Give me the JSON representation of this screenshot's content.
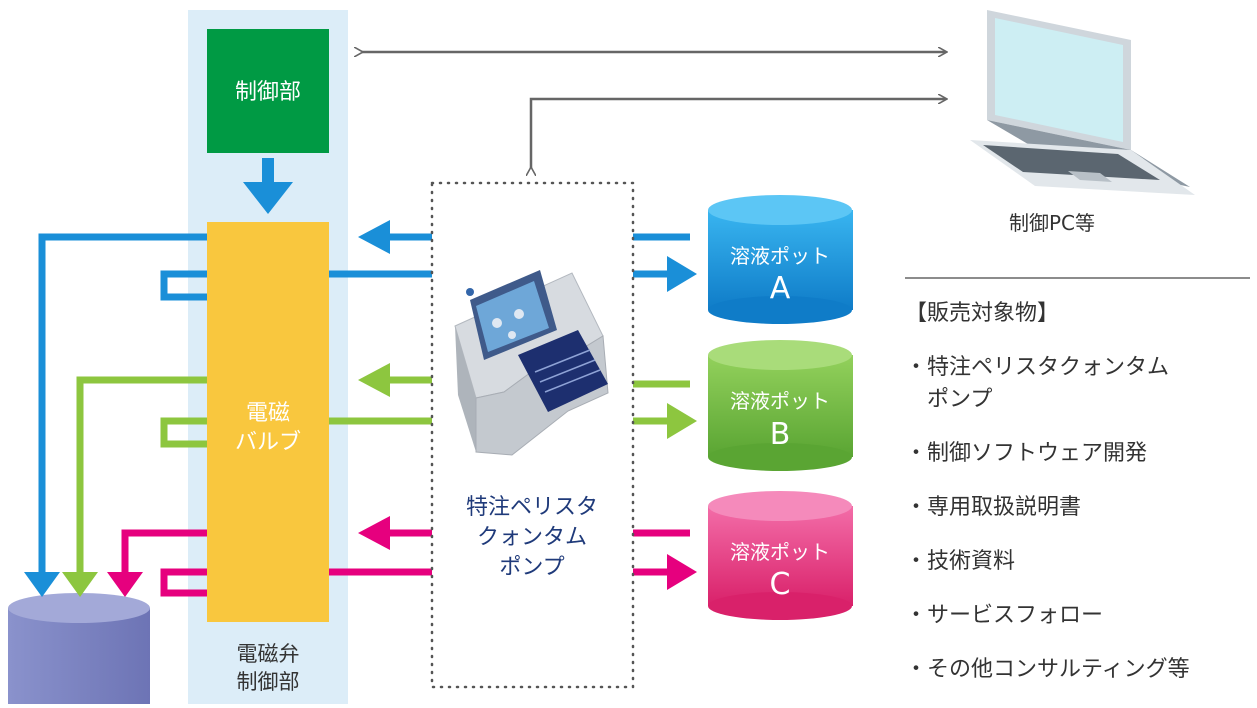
{
  "control_unit": {
    "label": "制御部"
  },
  "solenoid_valve": {
    "label_line1": "電磁",
    "label_line2": "バルブ"
  },
  "valve_controller_panel": {
    "label_line1": "電磁弁",
    "label_line2": "制御部"
  },
  "pump": {
    "label_line1": "特注ペリスタ",
    "label_line2": "クォンタム",
    "label_line3": "ポンプ"
  },
  "pots": [
    {
      "label": "溶液ポット",
      "letter": "A",
      "color": "#1a8fd8"
    },
    {
      "label": "溶液ポット",
      "letter": "B",
      "color": "#7cc242"
    },
    {
      "label": "溶液ポット",
      "letter": "C",
      "color": "#e6307f"
    }
  ],
  "pc": {
    "label": "制御PC等",
    "icon": "laptop-icon"
  },
  "sales": {
    "heading": "【販売対象物】",
    "items": [
      {
        "bullet": "・",
        "text_line1": "特注ペリスタクォンタム",
        "text_line2": "ポンプ"
      },
      {
        "bullet": "・",
        "text_line1": "制御ソフトウェア開発",
        "text_line2": ""
      },
      {
        "bullet": "・",
        "text_line1": "専用取扱説明書",
        "text_line2": ""
      },
      {
        "bullet": "・",
        "text_line1": "技術資料",
        "text_line2": ""
      },
      {
        "bullet": "・",
        "text_line1": "サービスフォロー",
        "text_line2": ""
      },
      {
        "bullet": "・",
        "text_line1": "その他コンサルティング等",
        "text_line2": ""
      }
    ]
  },
  "colors": {
    "panel_bg": "#dcedf8",
    "control_green": "#009a44",
    "valve_yellow": "#f9c73e",
    "line_blue": "#1a8fd8",
    "line_green": "#8dc63f",
    "line_pink": "#e6007e",
    "collector_purple": "#7f86c2",
    "connector_gray": "#666666"
  }
}
